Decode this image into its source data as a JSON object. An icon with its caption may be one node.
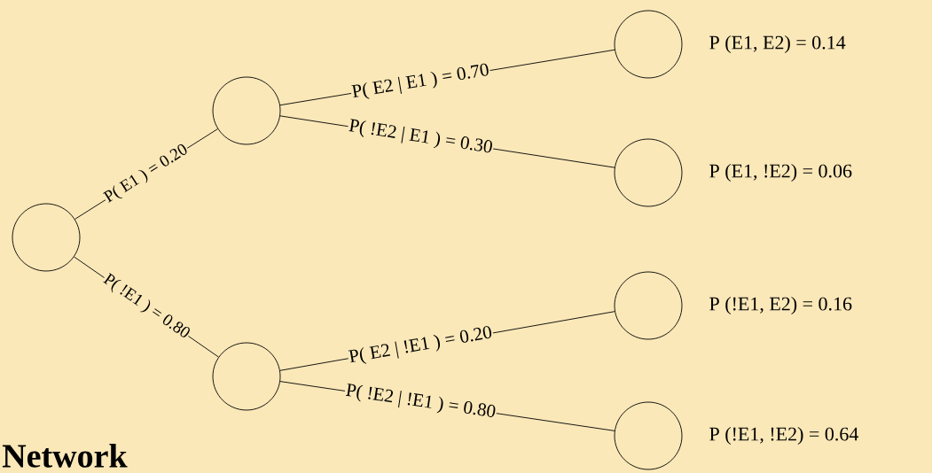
{
  "diagram": {
    "nodes": [
      {
        "text": [],
        "shape": "circle"
      },
      {
        "text": [],
        "shape": "circle"
      },
      {
        "text": [],
        "shape": "circle"
      },
      {
        "text": [],
        "shape": "circle",
        "beside": [
          "P (E1, E2) = 0.14"
        ]
      },
      {
        "text": [],
        "shape": "circle",
        "beside": [
          "P (E1, !E2) = 0.06"
        ]
      },
      {
        "text": [],
        "shape": "circle",
        "beside": [
          "P (!E1, E2) = 0.16"
        ]
      },
      {
        "text": [],
        "shape": "circle",
        "beside": [
          "P (!E1, !E2) = 0.64"
        ]
      }
    ],
    "edges": [
      {
        "from": 0,
        "to": 1,
        "arrow": "none",
        "label": "P( E1 ) = 0.20"
      },
      {
        "from": 0,
        "to": 2,
        "arrow": "none",
        "label": "P( !E1 ) = 0.80"
      },
      {
        "from": 1,
        "to": 3,
        "arrow": "none",
        "label": "P( E2 | E1 ) = 0.70"
      },
      {
        "from": 1,
        "to": 4,
        "arrow": "none",
        "label": "P( !E2 | E1 ) = 0.30"
      },
      {
        "from": 2,
        "to": 5,
        "arrow": "none",
        "label": "P( E2 | !E1 ) = 0.20"
      },
      {
        "from": 2,
        "to": 6,
        "arrow": "none",
        "label": "P( !E2 | !E1 ) = 0.80"
      }
    ],
    "labels": [
      "Network"
    ]
  }
}
